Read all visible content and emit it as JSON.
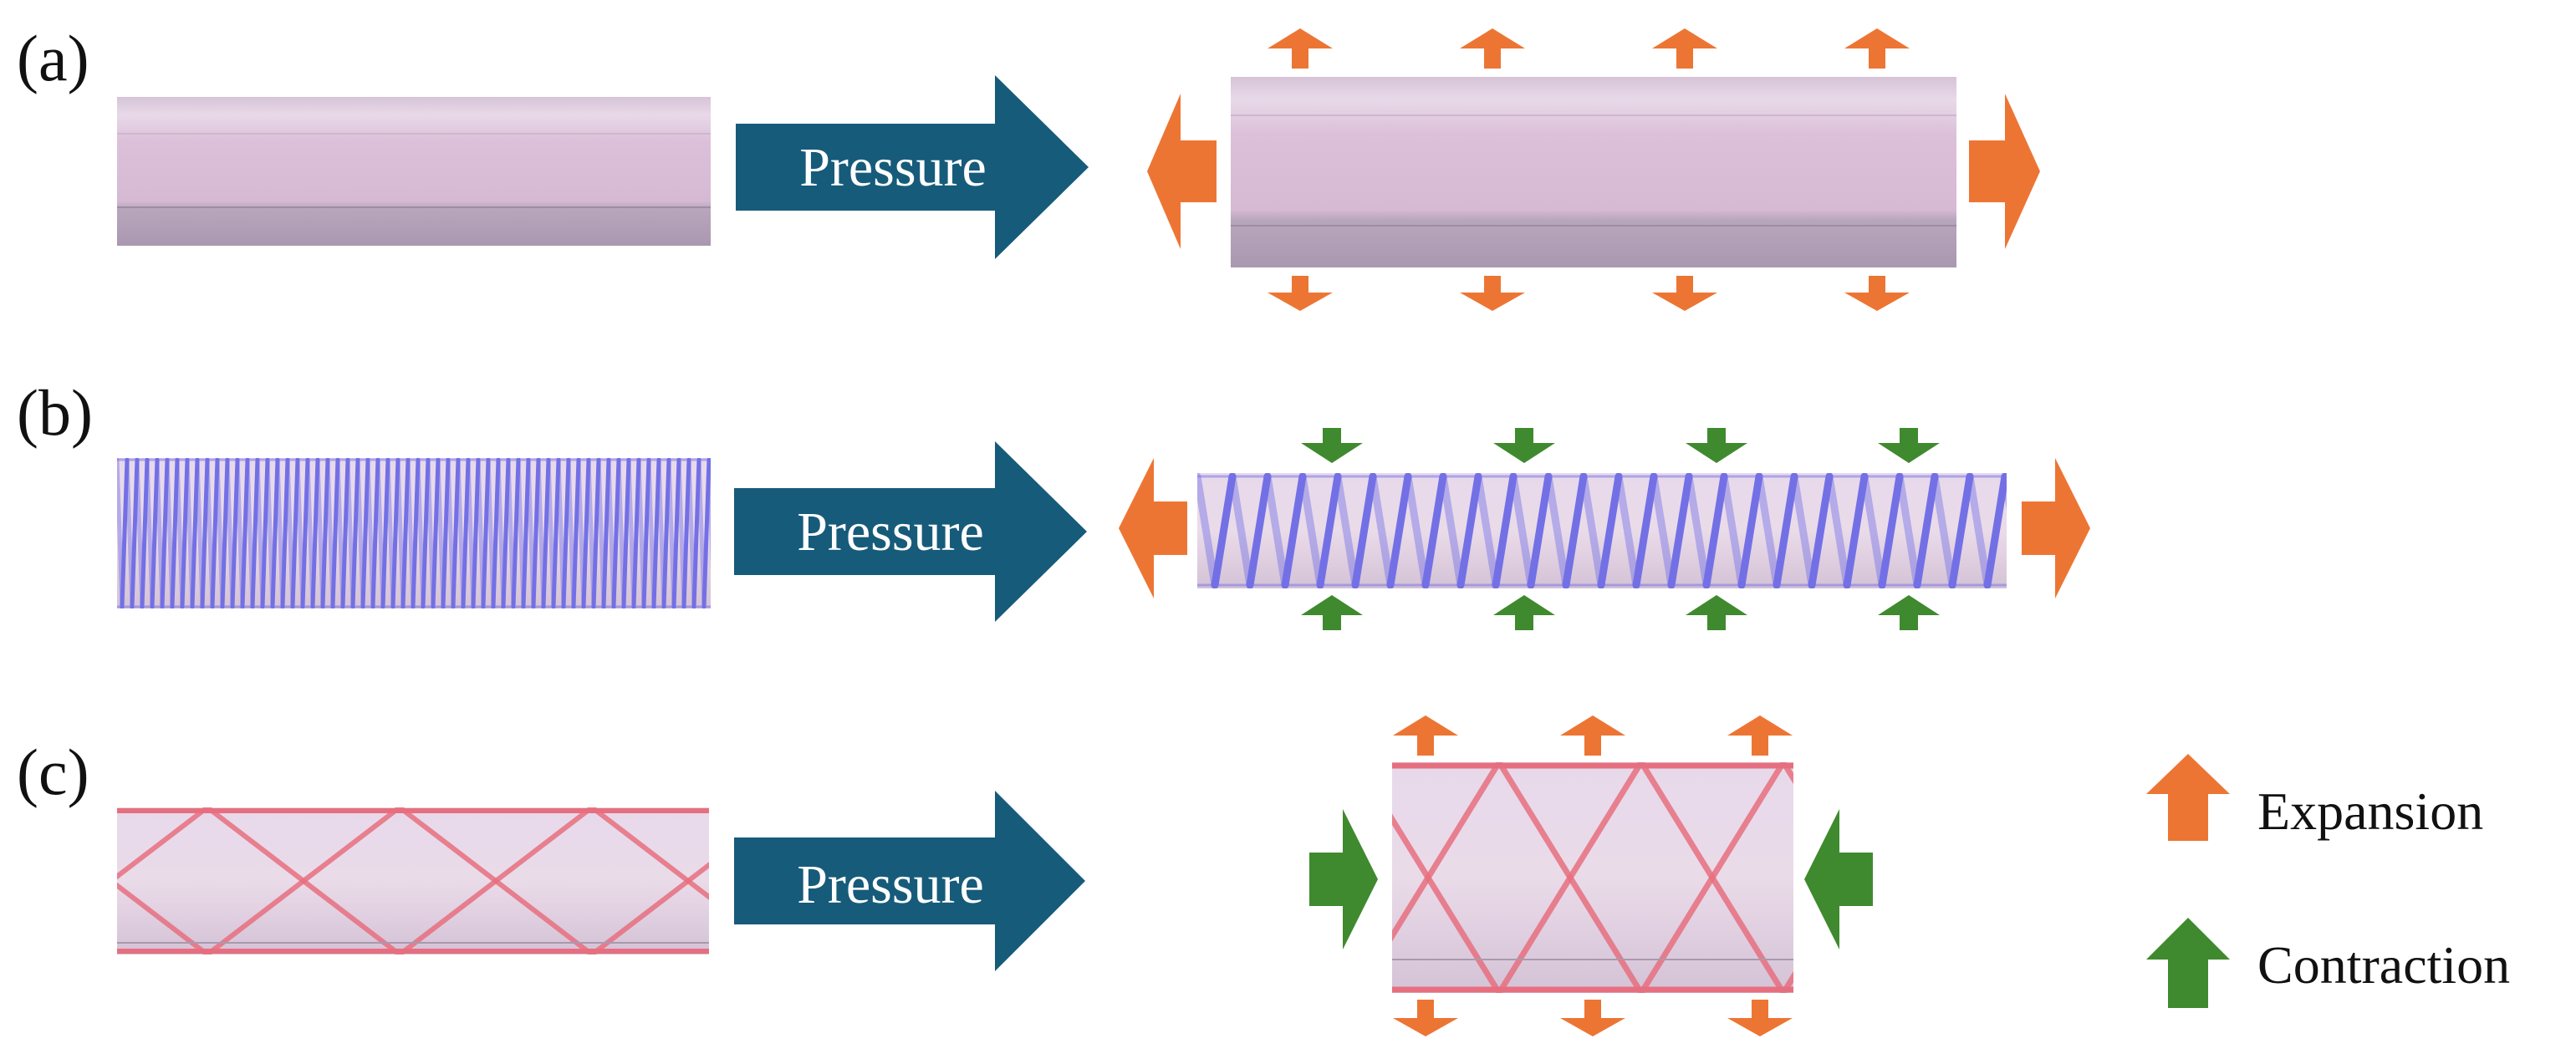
{
  "panels": [
    {
      "id": "a",
      "label": "(a)",
      "arrow_text": "Pressure"
    },
    {
      "id": "b",
      "label": "(b)",
      "arrow_text": "Pressure"
    },
    {
      "id": "c",
      "label": "(c)",
      "arrow_text": "Pressure"
    }
  ],
  "legend": {
    "expansion": "Expansion",
    "contraction": "Contraction"
  },
  "colors": {
    "expansion": "#ed7534",
    "contraction": "#3f8a2e",
    "pressure_arrow": "#175b7a",
    "tube_fill": "#dcbfd8",
    "tube_band": "#e9d6e7",
    "tube_shadow": "#b5a2b8",
    "helix": "#7370e6",
    "mesh": "#e66f7f"
  }
}
